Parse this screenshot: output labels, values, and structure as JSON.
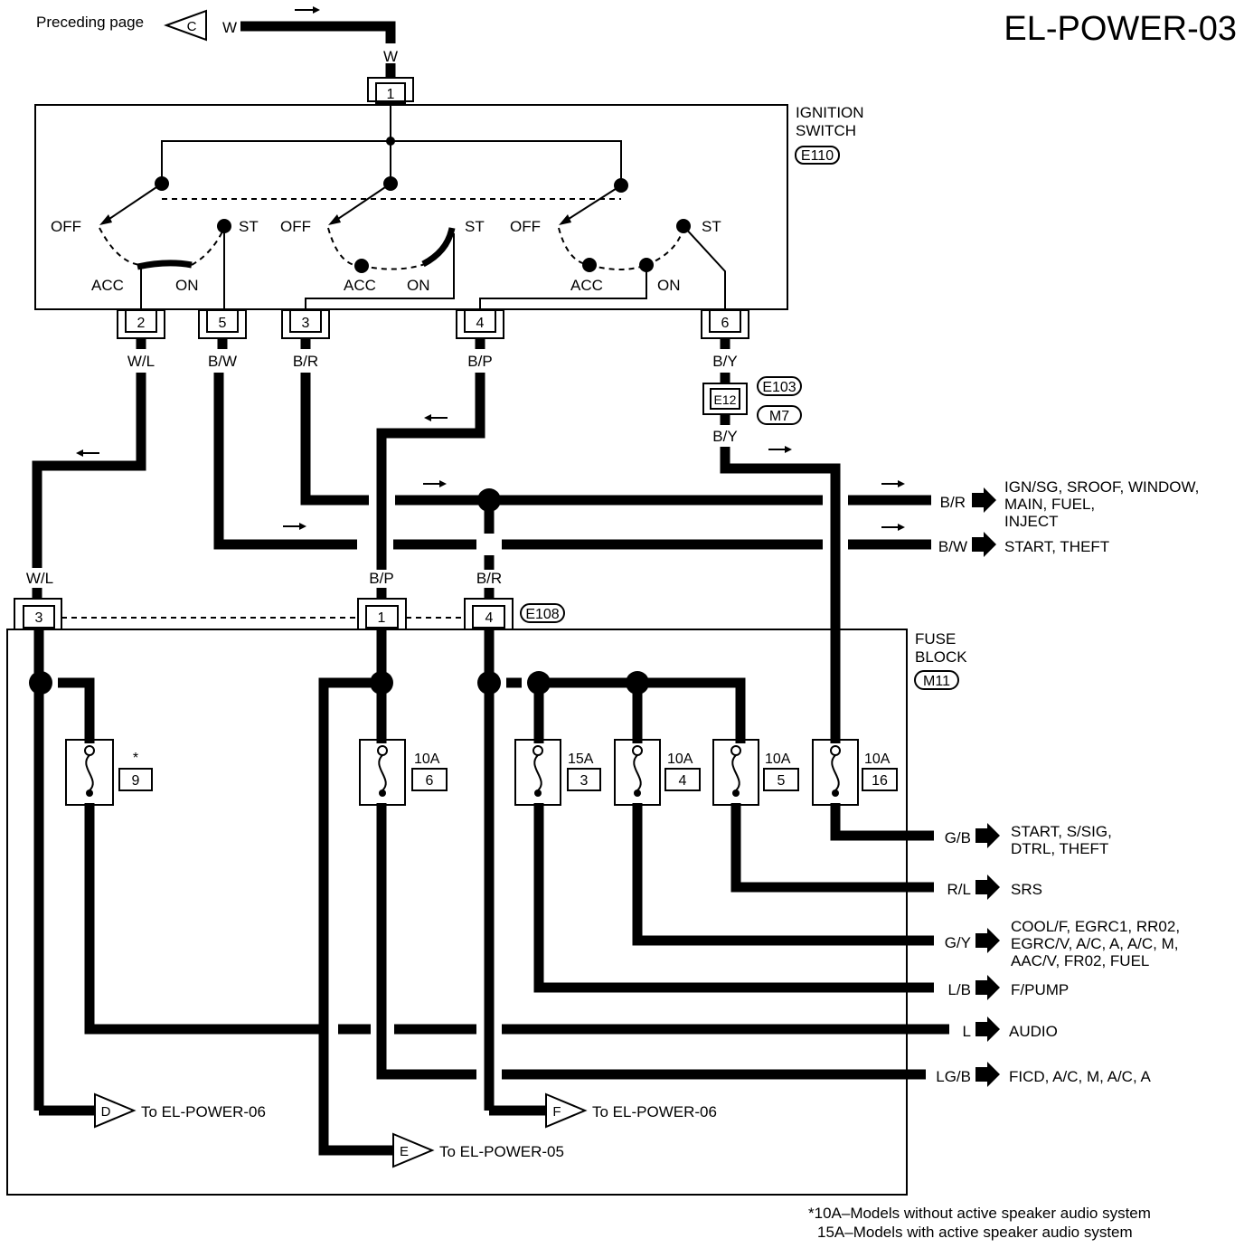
{
  "title": "EL-POWER-03",
  "preceding": {
    "text": "Preceding page",
    "conn": "C",
    "wire": "W"
  },
  "ignition": {
    "name1": "IGNITION",
    "name2": "SWITCH",
    "code": "E110",
    "pins": [
      "1",
      "2",
      "5",
      "3",
      "4",
      "6"
    ],
    "pos": {
      "off": "OFF",
      "st": "ST",
      "acc": "ACC",
      "on": "ON"
    }
  },
  "wires": {
    "w": "W",
    "wl": "W/L",
    "bw": "B/W",
    "br": "B/R",
    "bp": "B/P",
    "by": "B/Y"
  },
  "connector_e12": {
    "code": "E12",
    "tag1": "E103",
    "tag2": "M7"
  },
  "connector_e108": {
    "code": "E108",
    "pins": [
      "3",
      "1",
      "4"
    ]
  },
  "fuse_block": {
    "name1": "FUSE",
    "name2": "BLOCK",
    "code": "M11"
  },
  "fuses": [
    {
      "rating": "*",
      "num": "9"
    },
    {
      "rating": "10A",
      "num": "6"
    },
    {
      "rating": "15A",
      "num": "3"
    },
    {
      "rating": "10A",
      "num": "4"
    },
    {
      "rating": "10A",
      "num": "5"
    },
    {
      "rating": "10A",
      "num": "16"
    }
  ],
  "outputs": [
    {
      "wire": "B/R",
      "lines": [
        "IGN/SG, SROOF, WINDOW,",
        "MAIN, FUEL,",
        "INJECT"
      ]
    },
    {
      "wire": "B/W",
      "lines": [
        "START, THEFT"
      ]
    },
    {
      "wire": "G/B",
      "lines": [
        "START, S/SIG,",
        "DTRL, THEFT"
      ]
    },
    {
      "wire": "R/L",
      "lines": [
        "SRS"
      ]
    },
    {
      "wire": "G/Y",
      "lines": [
        "COOL/F, EGRC1, RR02,",
        "EGRC/V, A/C, A, A/C, M,",
        "AAC/V, FR02, FUEL"
      ]
    },
    {
      "wire": "L/B",
      "lines": [
        "F/PUMP"
      ]
    },
    {
      "wire": "L",
      "lines": [
        "AUDIO"
      ]
    },
    {
      "wire": "LG/B",
      "lines": [
        "FICD, A/C, M, A/C, A"
      ]
    }
  ],
  "references": [
    {
      "conn": "D",
      "text": "To EL-POWER-06"
    },
    {
      "conn": "F",
      "text": "To EL-POWER-06"
    },
    {
      "conn": "E",
      "text": "To EL-POWER-05"
    }
  ],
  "footnotes": [
    "*10A–Models without active speaker audio system",
    "15A–Models with active speaker audio system"
  ]
}
